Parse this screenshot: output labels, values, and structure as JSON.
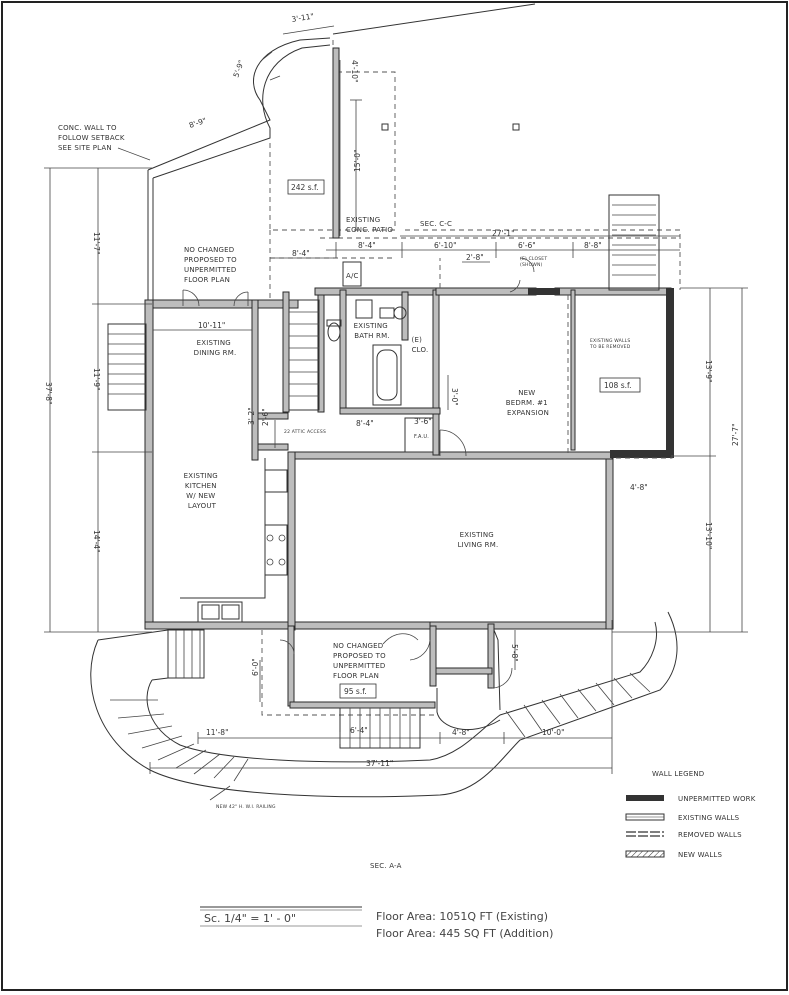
{
  "rooms": {
    "dining": [
      "EXISTING",
      "DINING RM."
    ],
    "kitchen": [
      "EXISTING",
      "KITCHEN",
      "W/ NEW",
      "LAYOUT"
    ],
    "living": [
      "EXISTING",
      "LIVING RM."
    ],
    "bath": [
      "EXISTING",
      "BATH RM."
    ],
    "bedroom": [
      "NEW",
      "BEDRM. #1",
      "EXPANSION"
    ],
    "clo": [
      "(E)",
      "CLO."
    ],
    "ac": "A/C",
    "patio": [
      "EXISTING",
      "CONC. PATIO"
    ],
    "fau": "F.A.U."
  },
  "notes": {
    "conc_wall": [
      "CONC. WALL TO",
      "FOLLOW SETBACK",
      "SEE SITE PLAN"
    ],
    "no_change_top": [
      "NO CHANGED",
      "PROPOSED TO",
      "UNPERMITTED",
      "FLOOR PLAN"
    ],
    "no_change_bottom": [
      "NO CHANGED",
      "PROPOSED TO",
      "UNPERMITTED",
      "FLOOR PLAN"
    ],
    "attic": "22 ATTIC ACCESS",
    "closet_removed": [
      "(E) CLOSET",
      "(SHOWN)"
    ],
    "walls_removed": [
      "EXISTING WALLS",
      "TO BE REMOVED"
    ],
    "railing": "NEW 42\" H. W.I. RAILING"
  },
  "areas": {
    "patio": "242 s.f.",
    "bedroom": "108 s.f.",
    "entry": "95 s.f."
  },
  "dimensions": {
    "d_3_11": "3'-11\"",
    "d_5_9": "5'-9\"",
    "d_4_10": "4'-10\"",
    "d_8_9": "8'-9\"",
    "d_15_0": "15'-0\"",
    "d_8_4_top": "8'-4\"",
    "d_8_4b": "8'-4\"",
    "d_6_10": "6'-10\"",
    "d_6_6": "6'-6\"",
    "d_8_8": "8'-8\"",
    "d_27_1": "27'-1\"",
    "d_2_8": "2'-8\"",
    "d_10_11": "10'-11\"",
    "d_11_7": "11'-7\"",
    "d_11_9": "11'-9\"",
    "d_37_8": "37'-8\"",
    "d_14_4": "14'-4\"",
    "d_3_2": "3'-2\"",
    "d_2_6": "2'-6\"",
    "d_8_4_mid": "8'-4\"",
    "d_3_6": "3'-6\"",
    "d_3_0": "3'-0\"",
    "d_13_9": "13'-9\"",
    "d_27_7": "27'-7\"",
    "d_4_8_right": "4'-8\"",
    "d_13_10": "13'-10\"",
    "d_5_8": "5'-8\"",
    "d_6_0": "6'-0\"",
    "d_11_8": "11'-8\"",
    "d_6_4": "6'-4\"",
    "d_4_8_bot": "4'-8\"",
    "d_10_0": "10'-0\"",
    "d_37_11": "37'-11\""
  },
  "sections": {
    "cc": "SEC. C-C",
    "aa": "SEC. A-A"
  },
  "legend": {
    "title": "WALL LEGEND",
    "items": [
      "UNPERMITTED WORK",
      "EXISTING WALLS",
      "REMOVED WALLS",
      "NEW WALLS"
    ]
  },
  "title_block": {
    "scale": "Sc. 1/4\" = 1' - 0\"",
    "area_existing": "Floor Area:  1051Q FT (Existing)",
    "area_addition": "Floor Area:   445 SQ FT (Addition)"
  }
}
